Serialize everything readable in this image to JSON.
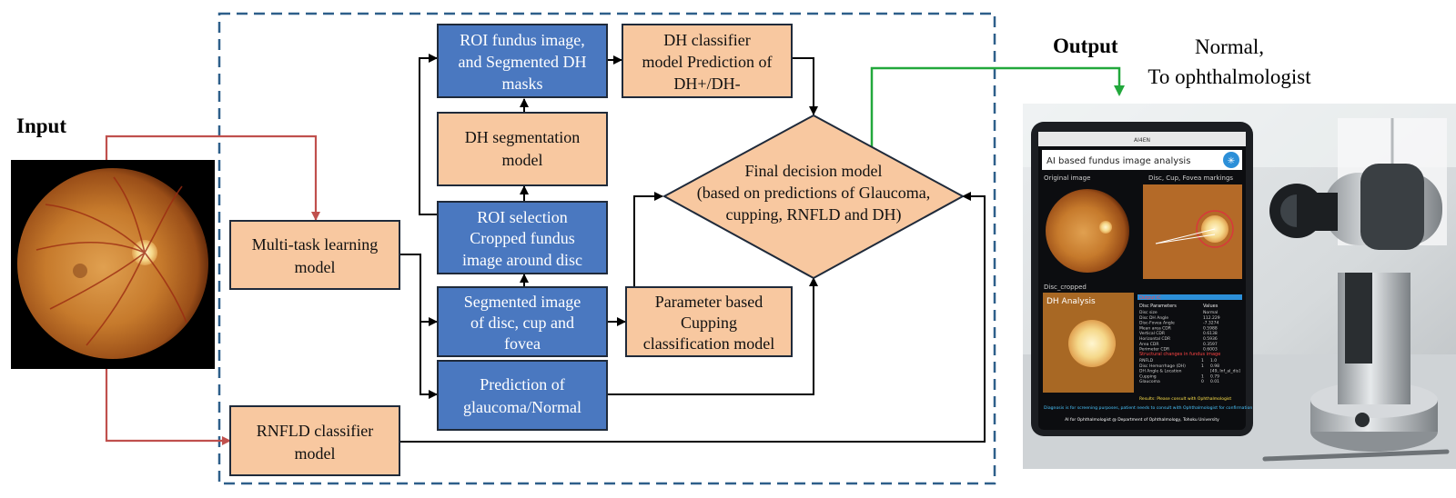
{
  "labels": {
    "input": "Input",
    "output": "Output",
    "output_result": [
      "Normal,",
      "To ophthalmologist"
    ]
  },
  "boxes": {
    "multitask": [
      "Multi-task learning",
      "model"
    ],
    "rnfld": [
      "RNFLD classifier",
      "model"
    ],
    "roi_fundus": [
      "ROI fundus image,",
      "and Segmented DH",
      "masks"
    ],
    "dh_classifier": [
      "DH classifier",
      "model Prediction of",
      "DH+/DH-"
    ],
    "dh_segmentation": [
      "DH segmentation",
      "model"
    ],
    "roi_selection": [
      "ROI selection",
      "Cropped fundus",
      "image around disc"
    ],
    "segmented": [
      "Segmented image",
      "of  disc, cup and",
      "fovea"
    ],
    "parameter": [
      "Parameter based",
      "Cupping",
      "classification model"
    ],
    "prediction": [
      "Prediction of",
      "glaucoma/Normal"
    ],
    "final_decision": [
      "Final decision model",
      "(based on predictions of Glaucoma,",
      "cupping, RNFLD and DH)"
    ]
  },
  "tablet": {
    "status": "AI4EN",
    "header": "AI based fundus image analysis",
    "original_label": "Original image",
    "markings_label": "Disc, Cup, Fovea markings",
    "cropped_label": "Disc_cropped",
    "dh_label": "DH Analysis",
    "table_title": "Output IC",
    "col_params": "Disc Parameters",
    "col_values": "Values",
    "rows": [
      [
        "Disc size",
        "Normal"
      ],
      [
        "Disc DH Angle",
        "112.229"
      ],
      [
        "Disc-Fovea Angle",
        "-7.3274"
      ],
      [
        "Mean area CDR",
        "0.5988"
      ],
      [
        "Vertical CDR",
        "0.6138"
      ],
      [
        "Horizontal CDR",
        "0.5936"
      ],
      [
        "Area CDR",
        "0.3597"
      ],
      [
        "Perimeter CDR",
        "0.6003"
      ]
    ],
    "changes_title": "Structural changes in fundus image",
    "changes": [
      [
        "RNFLD",
        "1",
        "1.0"
      ],
      [
        "Disc Hemorrhage (DH)",
        "1",
        "0.98"
      ],
      [
        "DH Angle & Location",
        "",
        "[49, Inf_al_dis]"
      ],
      [
        "Cupping",
        "1",
        "0.79"
      ],
      [
        "Glaucoma",
        "0",
        "0.01"
      ]
    ],
    "results": "Results: Please consult with Ophthalmologist",
    "note": "Diagnosis is for screening purposes, patient needs to consult with Ophthalmologist for confirmation",
    "footer": "AI for Ophthalmologist @ Department of Ophthalmology, Tohoku University"
  },
  "colors": {
    "orange_box": "#f8c8a0",
    "blue_box": "#4a78c0",
    "box_border": "#1f2a3a",
    "dashed_border": "#2e5f8a",
    "red_arrow": "#c0504d",
    "green_arrow": "#22a83c"
  }
}
